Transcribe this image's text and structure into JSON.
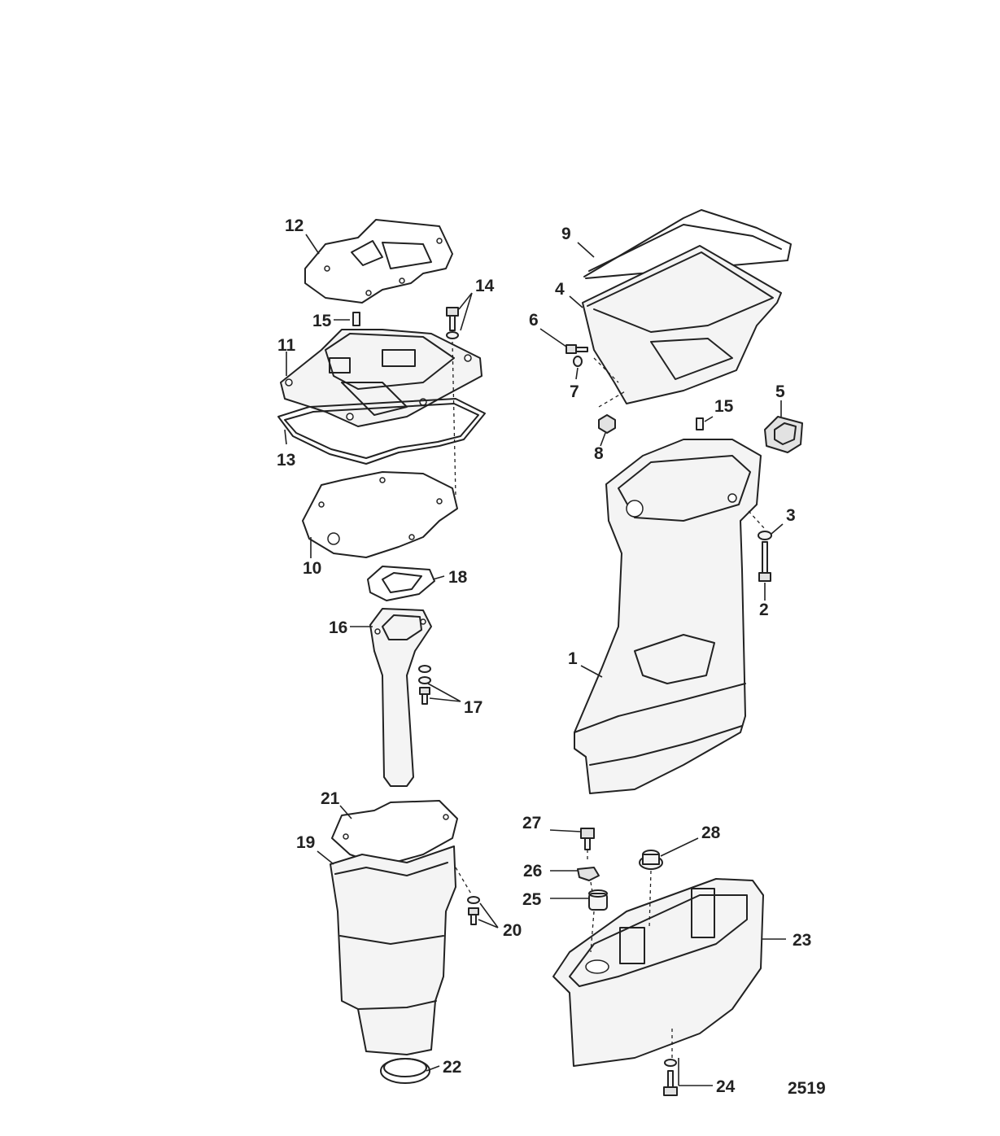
{
  "figure": {
    "number": "2519"
  },
  "callouts": [
    {
      "id": "c1",
      "label": "1"
    },
    {
      "id": "c2",
      "label": "2"
    },
    {
      "id": "c3",
      "label": "3"
    },
    {
      "id": "c4",
      "label": "4"
    },
    {
      "id": "c5",
      "label": "5"
    },
    {
      "id": "c6",
      "label": "6"
    },
    {
      "id": "c7",
      "label": "7"
    },
    {
      "id": "c8",
      "label": "8"
    },
    {
      "id": "c9",
      "label": "9"
    },
    {
      "id": "c10",
      "label": "10"
    },
    {
      "id": "c11",
      "label": "11"
    },
    {
      "id": "c12",
      "label": "12"
    },
    {
      "id": "c13",
      "label": "13"
    },
    {
      "id": "c14",
      "label": "14"
    },
    {
      "id": "c15a",
      "label": "15"
    },
    {
      "id": "c15b",
      "label": "15"
    },
    {
      "id": "c16",
      "label": "16"
    },
    {
      "id": "c17",
      "label": "17"
    },
    {
      "id": "c18",
      "label": "18"
    },
    {
      "id": "c19",
      "label": "19"
    },
    {
      "id": "c20",
      "label": "20"
    },
    {
      "id": "c21",
      "label": "21"
    },
    {
      "id": "c22",
      "label": "22"
    },
    {
      "id": "c23",
      "label": "23"
    },
    {
      "id": "c24",
      "label": "24"
    },
    {
      "id": "c25",
      "label": "25"
    },
    {
      "id": "c26",
      "label": "26"
    },
    {
      "id": "c27",
      "label": "27"
    },
    {
      "id": "c28",
      "label": "28"
    }
  ]
}
